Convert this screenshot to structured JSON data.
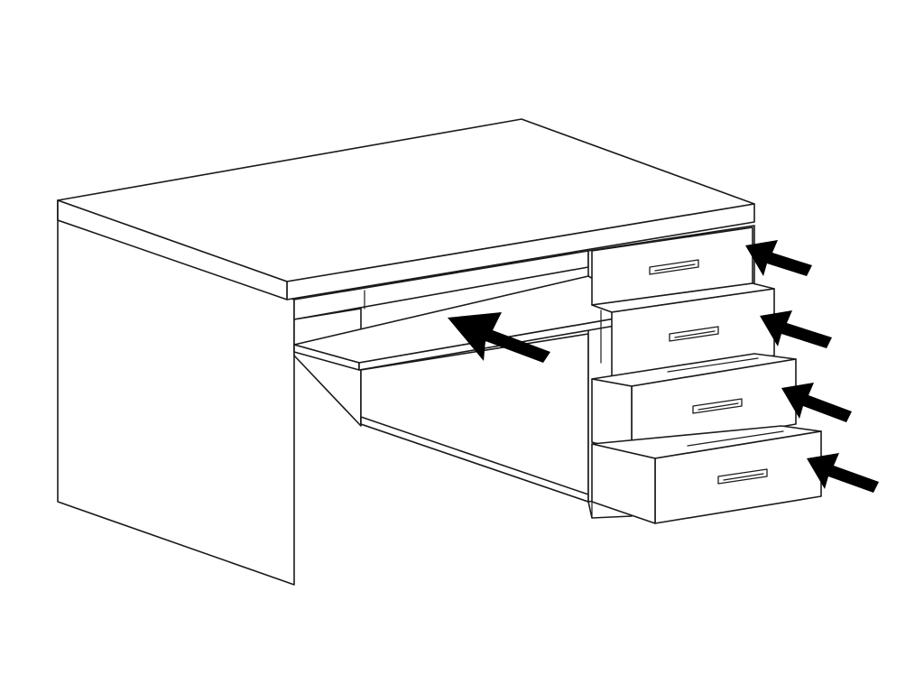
{
  "diagram": {
    "subject": "desk-with-pull-out-keyboard-tray-and-four-drawers",
    "line_color": "#1a1a1a",
    "background_color": "#ffffff",
    "arrow_color": "#000000",
    "arrows": [
      {
        "target": "keyboard-tray",
        "icon": "arrow-icon"
      },
      {
        "target": "drawer-1",
        "icon": "arrow-icon"
      },
      {
        "target": "drawer-2",
        "icon": "arrow-icon"
      },
      {
        "target": "drawer-3",
        "icon": "arrow-icon"
      },
      {
        "target": "drawer-4",
        "icon": "arrow-icon"
      }
    ]
  }
}
